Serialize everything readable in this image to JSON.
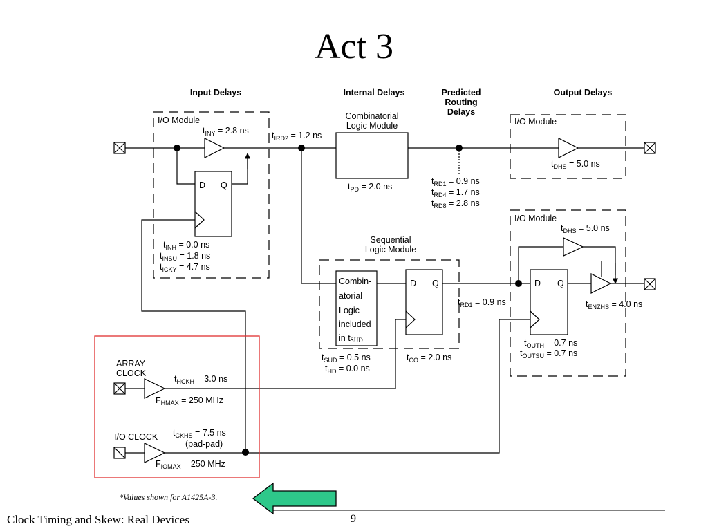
{
  "slide": {
    "title": "Act 3",
    "footer": "Clock Timing and Skew: Real Devices",
    "page_number": "9",
    "note": "*Values shown for A1425A-3."
  },
  "colors": {
    "highlight_box": "#e03030",
    "arrow_fill": "#2ec88a",
    "arrow_stroke": "#000000",
    "line": "#000000"
  },
  "headers": {
    "input": "Input Delays",
    "internal": "Internal Delays",
    "routing": [
      "Predicted",
      "Routing",
      "Delays"
    ],
    "output": "Output Delays"
  },
  "modules": {
    "io_left": "I/O Module",
    "io_top_right": "I/O Module",
    "io_bottom_right": "I/O Module",
    "comb": [
      "Combinatorial",
      "Logic Module"
    ],
    "seq": [
      "Sequential",
      "Logic Module"
    ],
    "comb_inner": [
      "Combin-",
      "atorial",
      "Logic",
      "included",
      "in t"
    ],
    "comb_inner_sub": "SUD",
    "dff_d": "D",
    "dff_q": "Q"
  },
  "timings": {
    "t_iny": {
      "t": "t",
      "sub": "INY",
      "v": " = 2.8 ns"
    },
    "t_ird2": {
      "t": "t",
      "sub": "IRD2",
      "v": " = 1.2 ns"
    },
    "t_pd": {
      "t": "t",
      "sub": "PD",
      "v": " = 2.0 ns"
    },
    "t_rd1": {
      "t": "t",
      "sub": "RD1",
      "v": " = 0.9 ns"
    },
    "t_rd4": {
      "t": "t",
      "sub": "RD4",
      "v": " = 1.7 ns"
    },
    "t_rd8": {
      "t": "t",
      "sub": "RD8",
      "v": " = 2.8 ns"
    },
    "t_dhs_top": {
      "t": "t",
      "sub": "DHS",
      "v": " = 5.0 ns"
    },
    "t_dhs_bot": {
      "t": "t",
      "sub": "DHS",
      "v": " = 5.0 ns"
    },
    "t_inh": {
      "t": "t",
      "sub": "INH",
      "v": " = 0.0 ns"
    },
    "t_insu": {
      "t": "t",
      "sub": "INSU",
      "v": " = 1.8 ns"
    },
    "t_icky": {
      "t": "t",
      "sub": "ICKY",
      "v": " = 4.7 ns"
    },
    "t_rd1_seq": {
      "t": "t",
      "sub": "RD1",
      "v": " = 0.9 ns"
    },
    "t_enzhs": {
      "t": "t",
      "sub": "ENZHS",
      "v": " = 4.0 ns"
    },
    "t_sud": {
      "t": "t",
      "sub": "SUD",
      "v": " = 0.5 ns"
    },
    "t_hd": {
      "t": "t",
      "sub": "HD",
      "v": " = 0.0 ns"
    },
    "t_co": {
      "t": "t",
      "sub": "CO",
      "v": " = 2.0 ns"
    },
    "t_outh": {
      "t": "t",
      "sub": "OUTH",
      "v": " = 0.7 ns"
    },
    "t_outsu": {
      "t": "t",
      "sub": "OUTSU",
      "v": " = 0.7 ns"
    },
    "t_hckh": {
      "t": "t",
      "sub": "HCKH",
      "v": " = 3.0 ns"
    },
    "f_hmax": {
      "t": "F",
      "sub": "HMAX",
      "v": " = 250 MHz"
    },
    "t_ckhs": {
      "t": "t",
      "sub": "CKHS",
      "v": " = 7.5 ns"
    },
    "pad_pad": "(pad-pad)",
    "f_iomax": {
      "t": "F",
      "sub": "IOMAX",
      "v": " = 250 MHz"
    }
  },
  "clocks": {
    "array": [
      "ARRAY",
      "CLOCK"
    ],
    "io": "I/O CLOCK"
  }
}
